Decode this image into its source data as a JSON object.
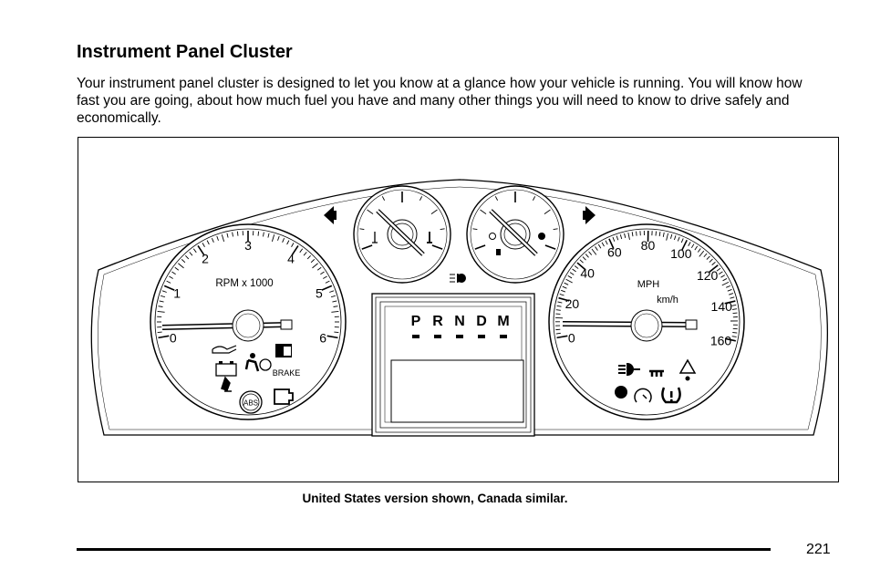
{
  "heading": "Instrument Panel Cluster",
  "paragraph": "Your instrument panel cluster is designed to let you know at a glance how your vehicle is running. You will know how fast you are going, about how much fuel you have and many other things you will need to know to drive safely and economically.",
  "tachometer": {
    "unit_label": "RPM x 1000",
    "ticks": [
      "0",
      "1",
      "2",
      "3",
      "4",
      "5",
      "6"
    ]
  },
  "speedometer": {
    "unit_primary": "MPH",
    "unit_secondary": "km/h",
    "ticks": [
      "0",
      "20",
      "40",
      "60",
      "80",
      "100",
      "120",
      "140",
      "160"
    ]
  },
  "prndm": [
    "P",
    "R",
    "N",
    "D",
    "M"
  ],
  "indicators": {
    "abs_label": "ABS",
    "brake_label": "BRAKE"
  },
  "caption": "United States version shown, Canada similar.",
  "page_number": "221"
}
